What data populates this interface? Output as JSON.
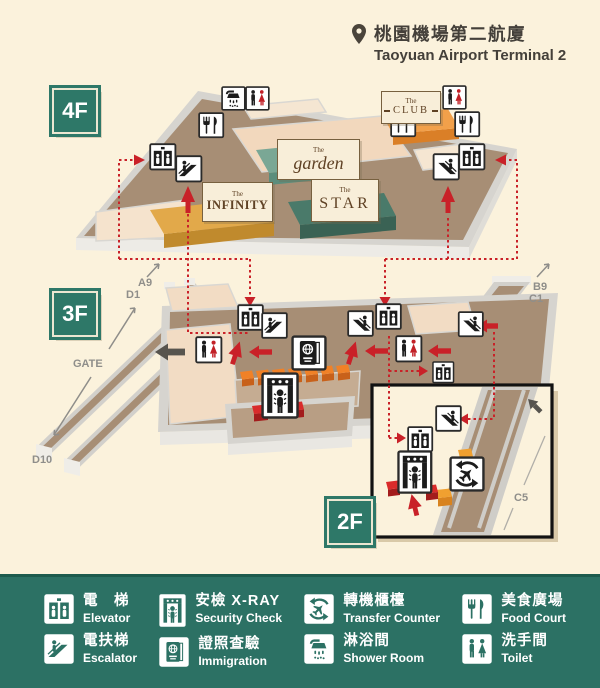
{
  "header": {
    "title_zh": "桃園機場第二航廈",
    "title_en": "Taoyuan Airport Terminal 2"
  },
  "floors": {
    "f4": "4F",
    "f3": "3F",
    "f2": "2F"
  },
  "venues": {
    "garden": {
      "prefix": "The",
      "name": "garden"
    },
    "infinity": {
      "prefix": "The",
      "name": "INFINITY"
    },
    "star": {
      "prefix": "The",
      "name": "STAR"
    },
    "club": {
      "prefix": "The",
      "name": "CLUB"
    }
  },
  "gates": {
    "a9": "A9",
    "d1": "D1",
    "gate": "GATE",
    "d10": "D10",
    "b9": "B9",
    "c1": "C1",
    "c5": "C5"
  },
  "legend": {
    "columns": [
      [
        {
          "zh": "電　梯",
          "en": "Elevator",
          "icon": "elevator-icon"
        },
        {
          "zh": "電扶梯",
          "en": "Escalator",
          "icon": "escalator-icon"
        }
      ],
      [
        {
          "zh": "安檢 X-RAY",
          "en": "Security Check",
          "icon": "security-icon"
        },
        {
          "zh": "證照查驗",
          "en": "Immigration",
          "icon": "immigration-icon"
        }
      ],
      [
        {
          "zh": "轉機櫃檯",
          "en": "Transfer Counter",
          "icon": "transfer-icon"
        },
        {
          "zh": "淋浴間",
          "en": "Shower Room",
          "icon": "shower-icon"
        }
      ],
      [
        {
          "zh": "美食廣場",
          "en": "Food Court",
          "icon": "food-icon"
        },
        {
          "zh": "洗手間",
          "en": "Toilet",
          "icon": "toilet-icon"
        }
      ]
    ]
  },
  "colors": {
    "background": "#fbf2dc",
    "legend_green": "#2c7164",
    "floor_label_green": "#2e7868",
    "walkway_brown": "#a78e75",
    "room_pink": "#f2dcc4",
    "counter_orange": "#f08127",
    "route_red": "#c92128",
    "garden_teal": "#7aa795",
    "star_teal": "#4a7a6a",
    "infinity_gold": "#e2a94a",
    "club_orange": "#f2a04a"
  }
}
